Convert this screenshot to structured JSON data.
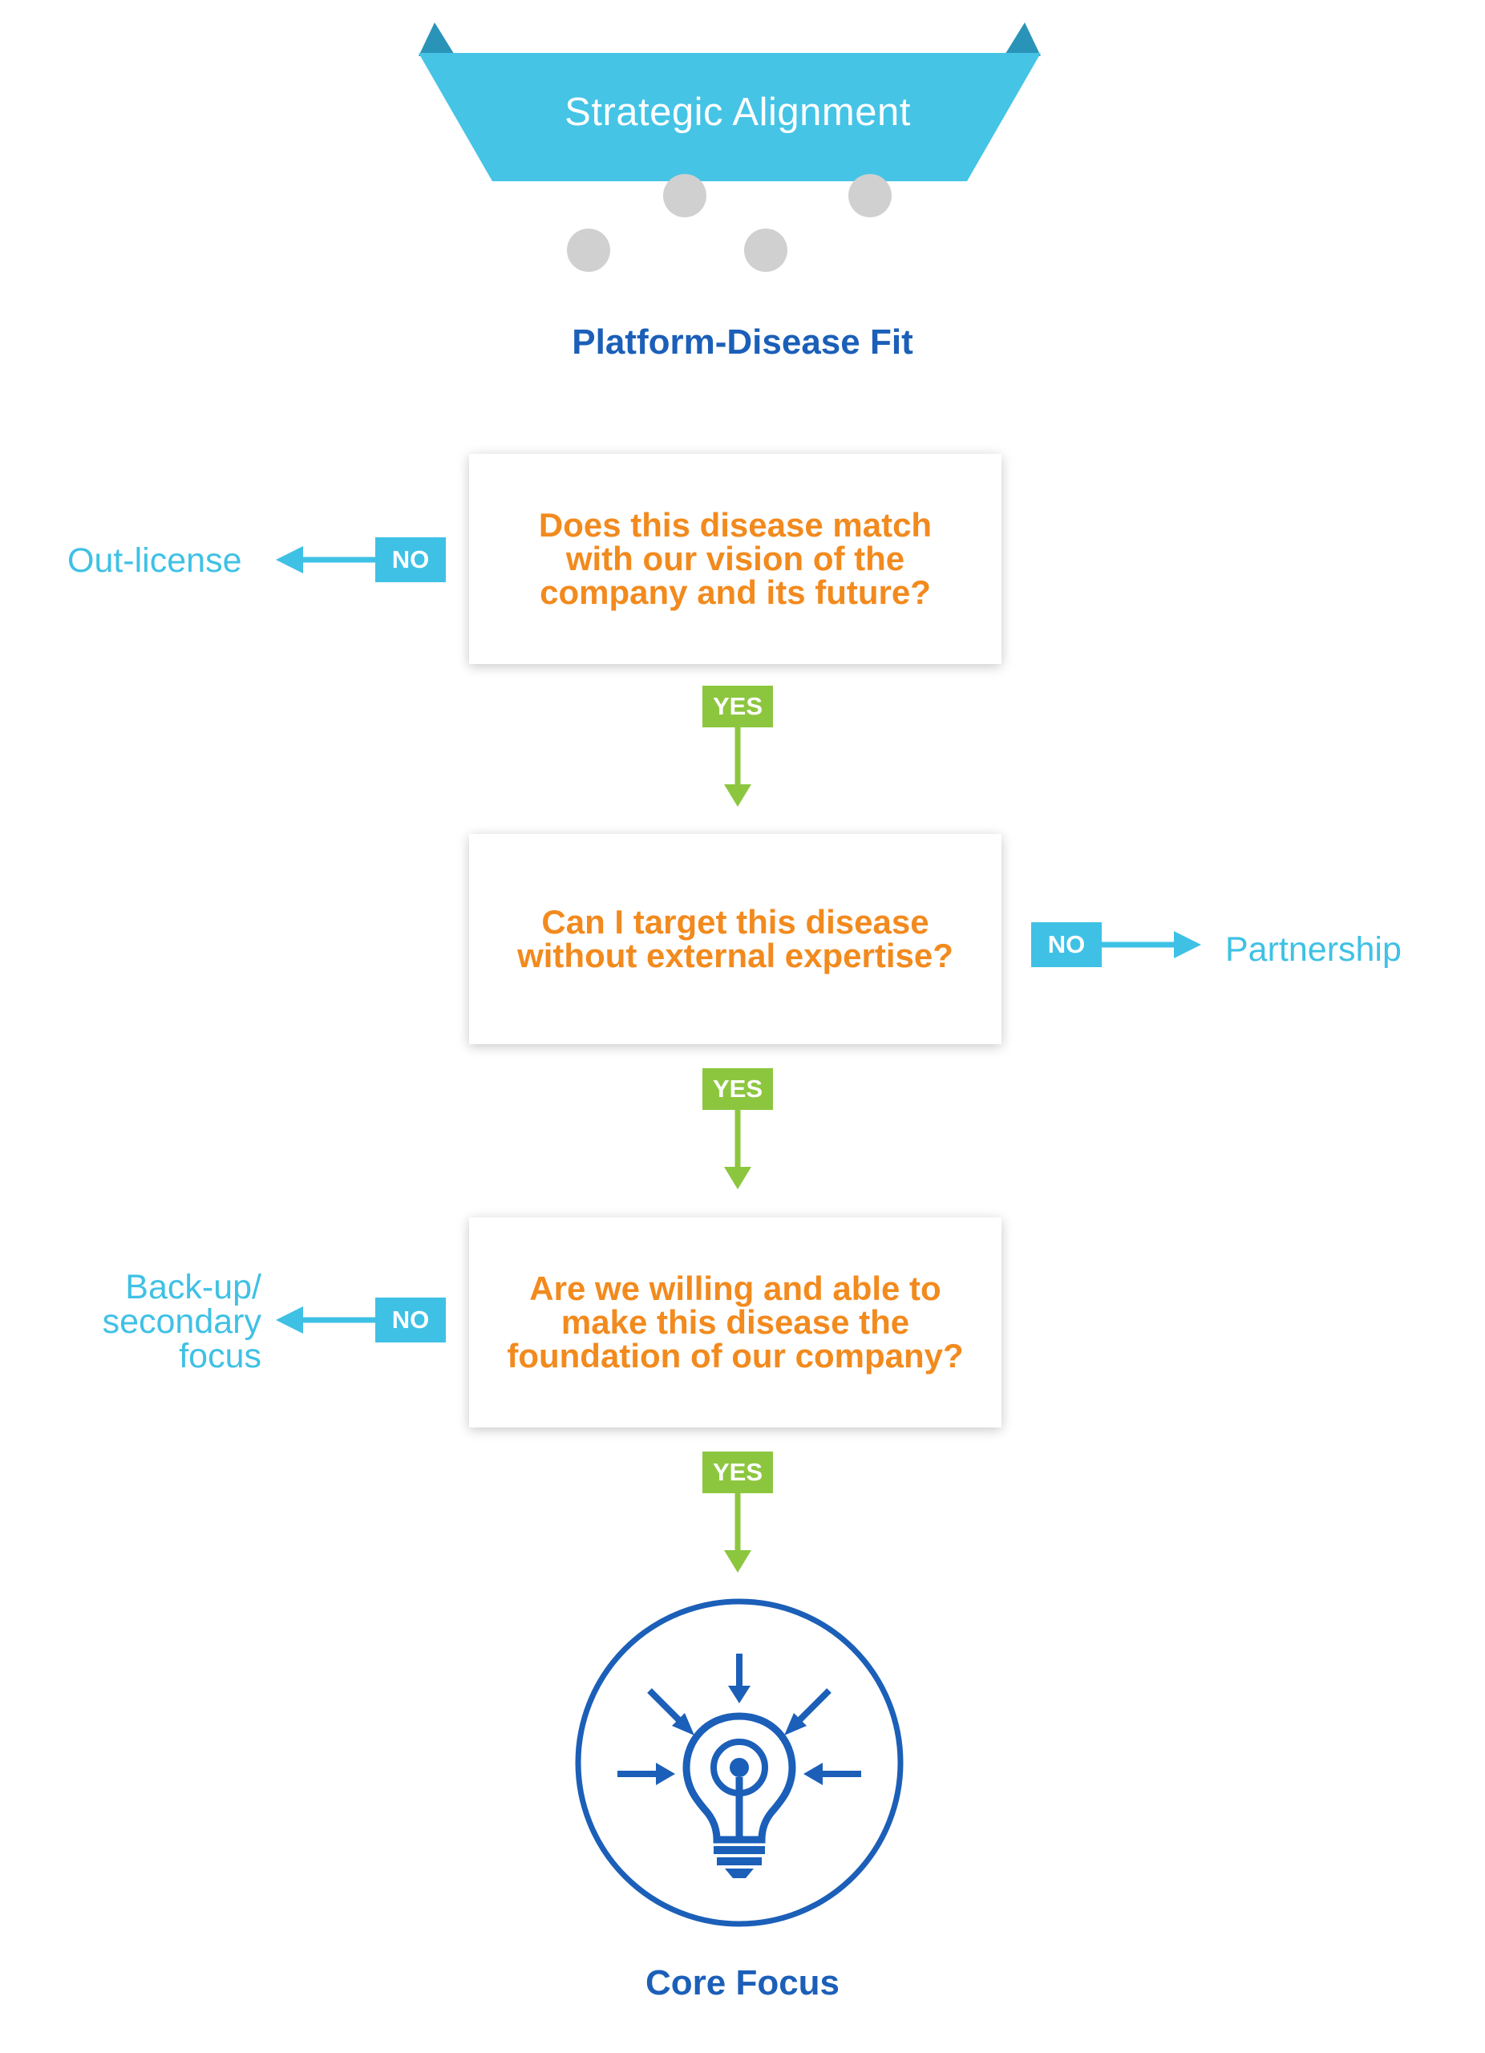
{
  "funnel": {
    "title": "Strategic Alignment"
  },
  "subtitle": "Platform-Disease Fit",
  "questions": [
    {
      "text": "Does this disease match with our vision of the company and its future?",
      "no_label": "NO",
      "no_outcome": "Out-license",
      "yes_label": "YES"
    },
    {
      "text": "Can I target this disease without external expertise?",
      "no_label": "NO",
      "no_outcome": "Partnership",
      "yes_label": "YES"
    },
    {
      "text": "Are we willing and able to make this disease the foundation of our company?",
      "no_label": "NO",
      "no_outcome": "Back-up/ secondary focus",
      "yes_label": "YES"
    }
  ],
  "final": {
    "label": "Core Focus"
  },
  "colors": {
    "funnel": "#45c4e6",
    "funnel_tips": "#2a94b8",
    "dots": "#d0d0d0",
    "question_text": "#f28a1e",
    "no": "#3fc1e5",
    "yes": "#8cc63f",
    "core": "#1b5fb8"
  },
  "icons": {
    "final": "lightbulb-target-icon"
  }
}
